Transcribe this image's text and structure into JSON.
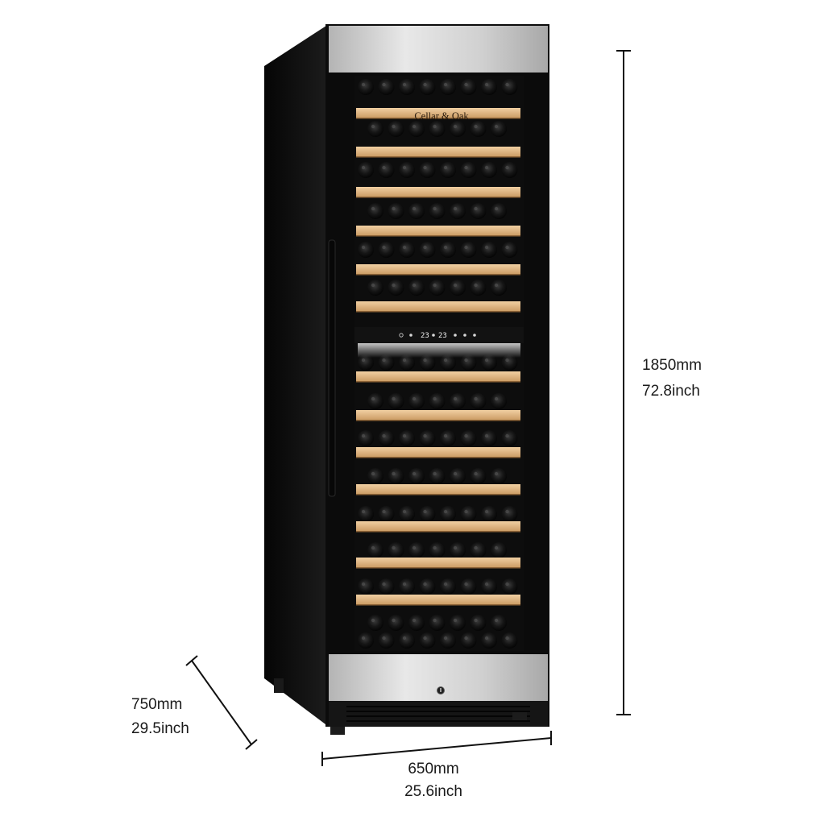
{
  "product": {
    "brand": "Cellar & Oak",
    "zones": [
      {
        "temperature": "23"
      },
      {
        "temperature": "23"
      }
    ]
  },
  "dimensions": {
    "height": {
      "metric": "1850mm",
      "imperial": "72.8inch"
    },
    "width": {
      "metric": "650mm",
      "imperial": "25.6inch"
    },
    "depth": {
      "metric": "750mm",
      "imperial": "29.5inch"
    }
  },
  "colors": {
    "cabinet": "#0b0b0b",
    "steel": "#d2d2d2",
    "shelf_wood": "#ddb584",
    "dimension_line": "#111111"
  }
}
